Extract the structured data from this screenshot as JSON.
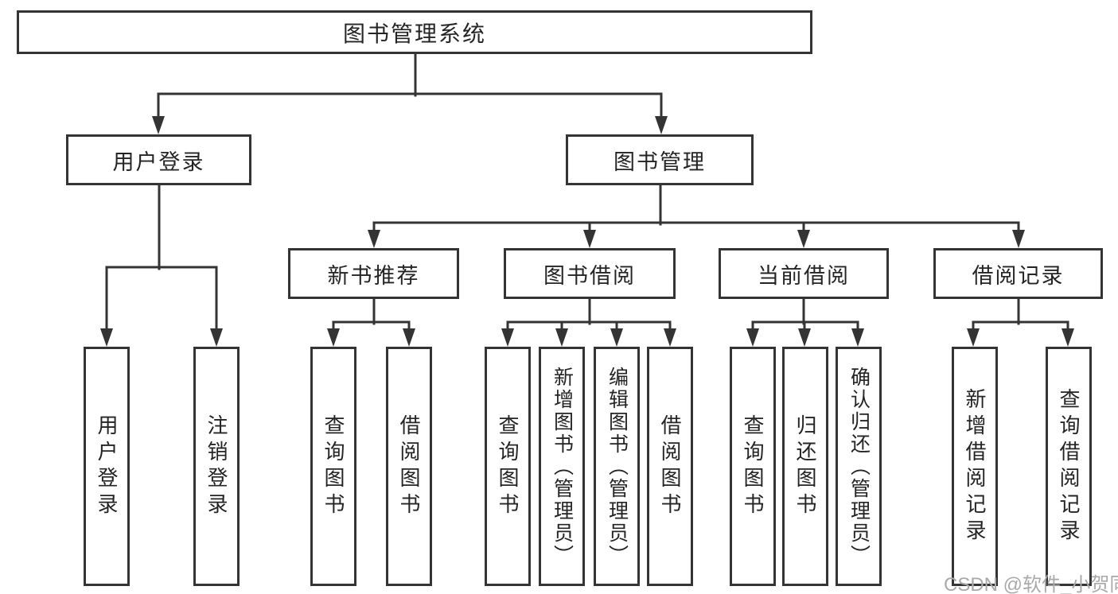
{
  "diagram": {
    "title": "图书管理系统",
    "watermark": "CSDN @软件_小贺同学",
    "colors": {
      "line": "#343434",
      "box_border": "#343434",
      "text": "#242424",
      "watermark": "#a9a9a9",
      "background": "#ffffff"
    },
    "nodes": [
      {
        "id": "root",
        "label": "图书管理系统",
        "parent": null
      },
      {
        "id": "user-login",
        "label": "用户登录",
        "parent": "root"
      },
      {
        "id": "book-management",
        "label": "图书管理",
        "parent": "root"
      },
      {
        "id": "new-book-recommend",
        "label": "新书推荐",
        "parent": "book-management"
      },
      {
        "id": "book-borrow",
        "label": "图书借阅",
        "parent": "book-management"
      },
      {
        "id": "current-borrow",
        "label": "当前借阅",
        "parent": "book-management"
      },
      {
        "id": "borrow-records",
        "label": "借阅记录",
        "parent": "book-management"
      },
      {
        "id": "leaf-user-login",
        "label": "用户登录",
        "parent": "user-login"
      },
      {
        "id": "leaf-logout",
        "label": "注销登录",
        "parent": "user-login"
      },
      {
        "id": "leaf-query-book-1",
        "label": "查询图书",
        "parent": "new-book-recommend"
      },
      {
        "id": "leaf-borrow-book-1",
        "label": "借阅图书",
        "parent": "new-book-recommend"
      },
      {
        "id": "leaf-query-book-2",
        "label": "查询图书",
        "parent": "book-borrow"
      },
      {
        "id": "leaf-add-book",
        "label": "新增图书（管理员）",
        "parent": "book-borrow"
      },
      {
        "id": "leaf-edit-book",
        "label": "编辑图书（管理员）",
        "parent": "book-borrow"
      },
      {
        "id": "leaf-borrow-book-2",
        "label": "借阅图书",
        "parent": "book-borrow"
      },
      {
        "id": "leaf-query-book-3",
        "label": "查询图书",
        "parent": "current-borrow"
      },
      {
        "id": "leaf-return-book",
        "label": "归还图书",
        "parent": "current-borrow"
      },
      {
        "id": "leaf-confirm-return",
        "label": "确认归还（管理员）",
        "parent": "current-borrow"
      },
      {
        "id": "leaf-add-borrow-record",
        "label": "新增借阅记录",
        "parent": "borrow-records"
      },
      {
        "id": "leaf-query-borrow-record",
        "label": "查询借阅记录",
        "parent": "borrow-records"
      }
    ]
  }
}
